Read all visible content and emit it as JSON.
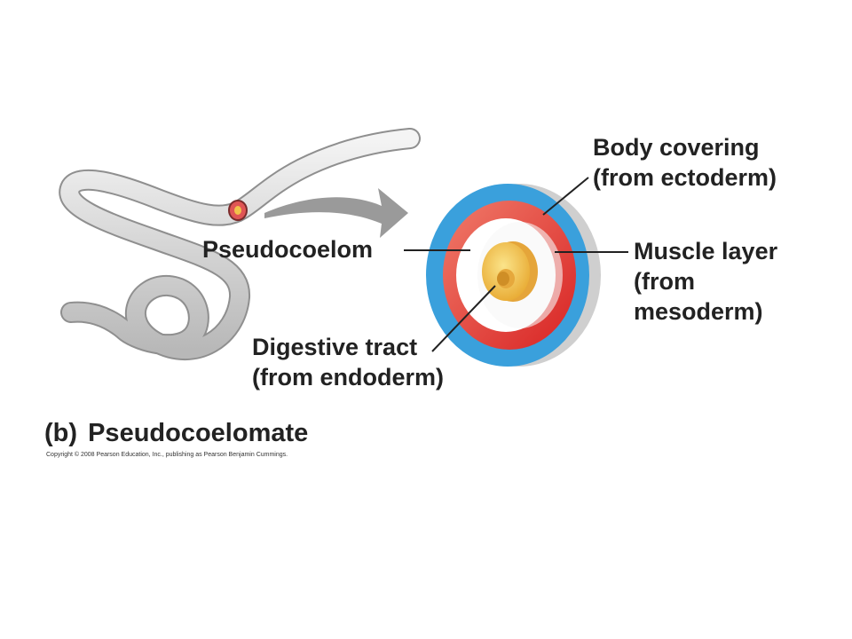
{
  "labels": {
    "body_covering": [
      "Body covering",
      "(from ectoderm)"
    ],
    "pseudocoelom": "Pseudocoelom",
    "muscle_layer": [
      "Muscle layer",
      "(from",
      "mesoderm)"
    ],
    "digestive_tract": [
      "Digestive tract",
      "(from endoderm)"
    ]
  },
  "caption": {
    "letter": "(b)",
    "title": "Pseudocoelomate"
  },
  "copyright": "Copyright © 2008 Pearson Education, Inc., publishing as Pearson Benjamin Cummings.",
  "colors": {
    "ectoderm": "#3aa0dc",
    "mesoderm": "#e0302c",
    "endoderm": "#f2c24a",
    "pseudocoelom": "#ffffff",
    "worm": "#d2d2d2",
    "arrow": "#9a9a9a"
  }
}
